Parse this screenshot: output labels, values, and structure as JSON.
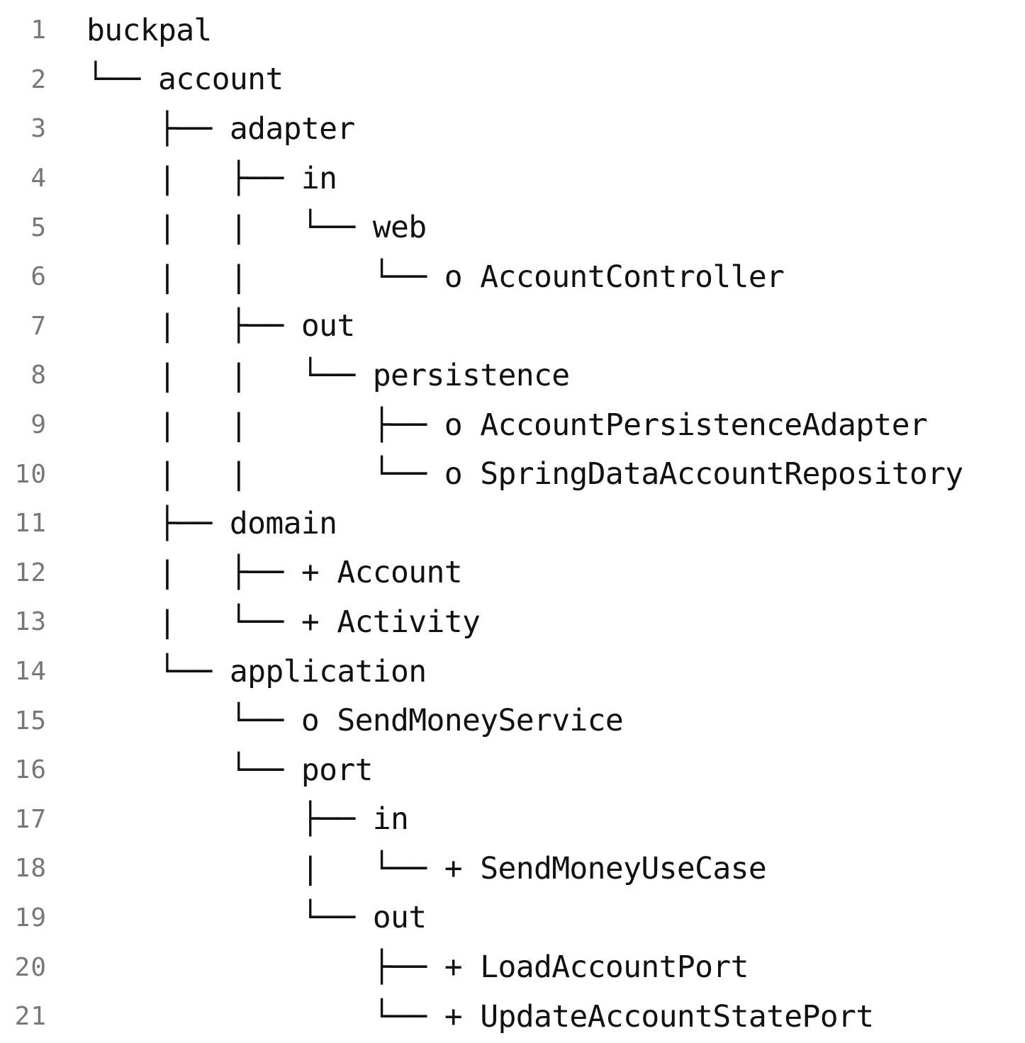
{
  "lines": [
    {
      "number": "1",
      "text": "buckpal"
    },
    {
      "number": "2",
      "text": "└── account"
    },
    {
      "number": "3",
      "text": "    ├── adapter"
    },
    {
      "number": "4",
      "text": "    |   ├── in"
    },
    {
      "number": "5",
      "text": "    |   |   └── web"
    },
    {
      "number": "6",
      "text": "    |   |       └── o AccountController"
    },
    {
      "number": "7",
      "text": "    |   ├── out"
    },
    {
      "number": "8",
      "text": "    |   |   └── persistence"
    },
    {
      "number": "9",
      "text": "    |   |       ├── o AccountPersistenceAdapter"
    },
    {
      "number": "10",
      "text": "    |   |       └── o SpringDataAccountRepository"
    },
    {
      "number": "11",
      "text": "    ├── domain"
    },
    {
      "number": "12",
      "text": "    |   ├── + Account"
    },
    {
      "number": "13",
      "text": "    |   └── + Activity"
    },
    {
      "number": "14",
      "text": "    └── application"
    },
    {
      "number": "15",
      "text": "        └── o SendMoneyService"
    },
    {
      "number": "16",
      "text": "        └── port"
    },
    {
      "number": "17",
      "text": "            ├── in"
    },
    {
      "number": "18",
      "text": "            |   └── + SendMoneyUseCase"
    },
    {
      "number": "19",
      "text": "            └── out"
    },
    {
      "number": "20",
      "text": "                ├── + LoadAccountPort"
    },
    {
      "number": "21",
      "text": "                └── + UpdateAccountStatePort"
    }
  ]
}
